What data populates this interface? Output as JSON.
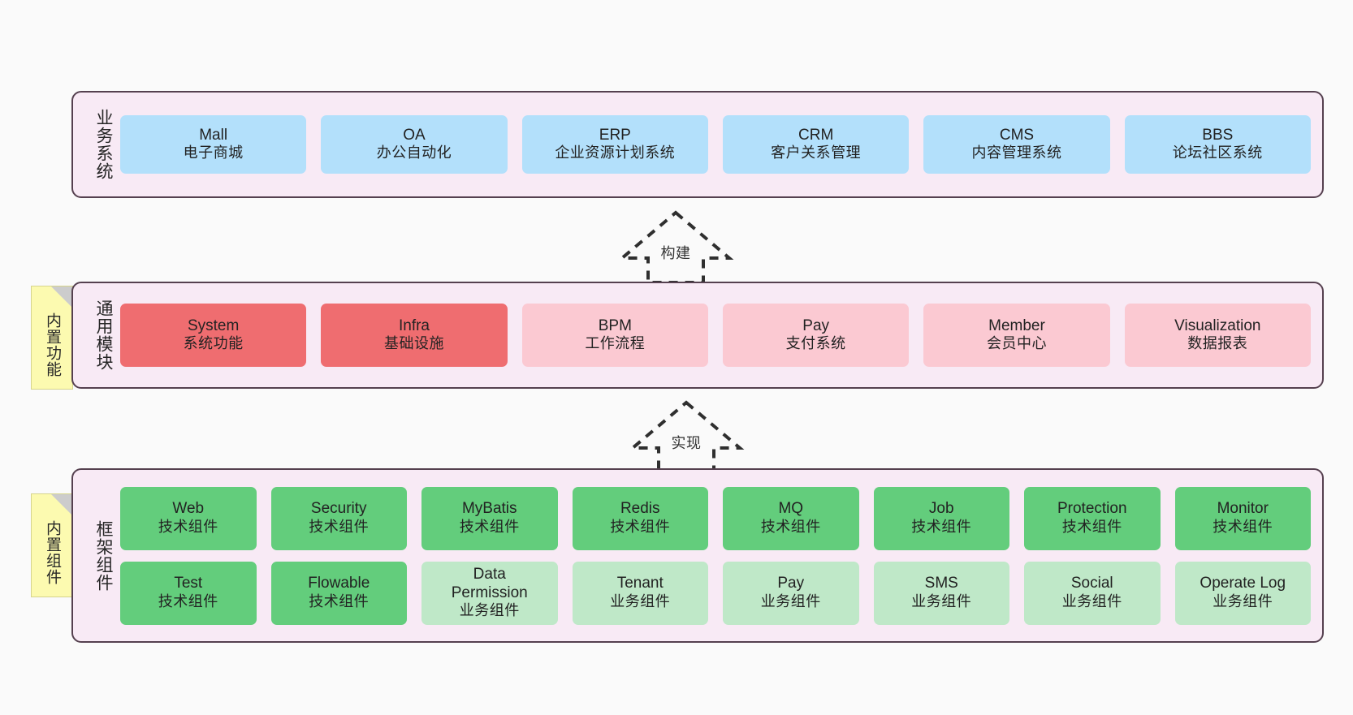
{
  "diagram": {
    "title": "",
    "background": "#fafafa",
    "colors": {
      "panel_fill": "#f8eaf5",
      "panel_border": "#55404f",
      "business": "#b3e0fb",
      "module_core": "#ef6d70",
      "module_plain": "#fbc9d2",
      "component_tech": "#63cd7c",
      "component_biz": "#bfe8c8",
      "note_fill": "#fcfab0",
      "note_fold": "#cccccc"
    }
  },
  "layers": [
    {
      "key": "business",
      "title": "业务系统",
      "note": null,
      "rows": [
        [
          {
            "en": "Mall",
            "cn": "电子商城",
            "style": "c-blue"
          },
          {
            "en": "OA",
            "cn": "办公自动化",
            "style": "c-blue"
          },
          {
            "en": "ERP",
            "cn": "企业资源计划系统",
            "style": "c-blue"
          },
          {
            "en": "CRM",
            "cn": "客户关系管理",
            "style": "c-blue"
          },
          {
            "en": "CMS",
            "cn": "内容管理系统",
            "style": "c-blue"
          },
          {
            "en": "BBS",
            "cn": "论坛社区系统",
            "style": "c-blue"
          }
        ]
      ]
    },
    {
      "key": "modules",
      "title": "通用模块",
      "note": "内置功能",
      "rows": [
        [
          {
            "en": "System",
            "cn": "系统功能",
            "style": "c-red"
          },
          {
            "en": "Infra",
            "cn": "基础设施",
            "style": "c-red"
          },
          {
            "en": "BPM",
            "cn": "工作流程",
            "style": "c-pink"
          },
          {
            "en": "Pay",
            "cn": "支付系统",
            "style": "c-pink"
          },
          {
            "en": "Member",
            "cn": "会员中心",
            "style": "c-pink"
          },
          {
            "en": "Visualization",
            "cn": "数据报表",
            "style": "c-pink"
          }
        ]
      ]
    },
    {
      "key": "framework",
      "title": "框架组件",
      "note": "内置组件",
      "rows": [
        [
          {
            "en": "Web",
            "cn": "技术组件",
            "style": "c-green"
          },
          {
            "en": "Security",
            "cn": "技术组件",
            "style": "c-green"
          },
          {
            "en": "MyBatis",
            "cn": "技术组件",
            "style": "c-green"
          },
          {
            "en": "Redis",
            "cn": "技术组件",
            "style": "c-green"
          },
          {
            "en": "MQ",
            "cn": "技术组件",
            "style": "c-green"
          },
          {
            "en": "Job",
            "cn": "技术组件",
            "style": "c-green"
          },
          {
            "en": "Protection",
            "cn": "技术组件",
            "style": "c-green"
          },
          {
            "en": "Monitor",
            "cn": "技术组件",
            "style": "c-green"
          }
        ],
        [
          {
            "en": "Test",
            "cn": "技术组件",
            "style": "c-green"
          },
          {
            "en": "Flowable",
            "cn": "技术组件",
            "style": "c-green"
          },
          {
            "en": "Data Permission",
            "cn": "业务组件",
            "style": "c-green-l"
          },
          {
            "en": "Tenant",
            "cn": "业务组件",
            "style": "c-green-l"
          },
          {
            "en": "Pay",
            "cn": "业务组件",
            "style": "c-green-l"
          },
          {
            "en": "SMS",
            "cn": "业务组件",
            "style": "c-green-l"
          },
          {
            "en": "Social",
            "cn": "业务组件",
            "style": "c-green-l"
          },
          {
            "en": "Operate Log",
            "cn": "业务组件",
            "style": "c-green-l"
          }
        ]
      ]
    }
  ],
  "arrows": [
    {
      "key": "build",
      "label": "构建",
      "from": "modules",
      "to": "business"
    },
    {
      "key": "implement",
      "label": "实现",
      "from": "framework",
      "to": "modules"
    }
  ]
}
